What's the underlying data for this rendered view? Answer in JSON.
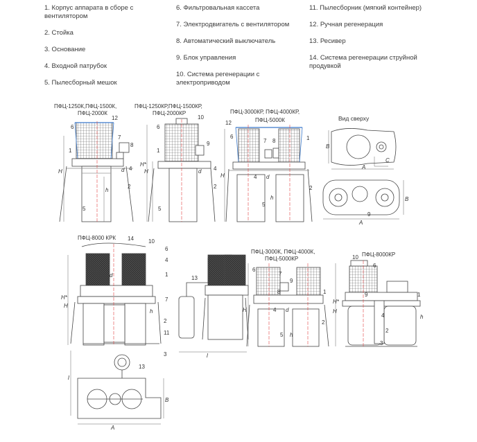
{
  "legend": {
    "col1": [
      "1. Корпус аппарата в сборе с вентилятором",
      "2. Стойка",
      "3. Основание",
      "4. Входной патрубок",
      "5. Пылесборный мешок"
    ],
    "col2": [
      "6. Фильтровальная кассета",
      "7. Электродвигатель с вентилятором",
      "8. Автоматический выключатель",
      "9. Блок управления",
      "10. Система регенерации с электроприводом"
    ],
    "col3": [
      "11. Пылесборник (мягкий контейнер)",
      "12. Ручная регенерация",
      "13. Ресивер",
      "14. Система регенерации струйной продувкой"
    ]
  },
  "drawings": {
    "d1": {
      "title_lines": [
        "ПФЦ-1250К,ПФЦ-1500К,",
        "ПФЦ-2000К"
      ],
      "labels": [
        "6",
        "12",
        "7",
        "8",
        "1",
        "4",
        "d",
        "2",
        "h",
        "5",
        "H"
      ]
    },
    "d2": {
      "title_lines": [
        "ПФЦ-1250КР,ПФЦ-1500КР,",
        "ПФЦ-2000КР"
      ],
      "labels": [
        "6",
        "10",
        "9",
        "1",
        "4",
        "d",
        "2",
        "5",
        "H*",
        "H"
      ]
    },
    "d3": {
      "title_lines": [
        "ПФЦ-3000КР, ПФЦ-4000КР,",
        "ПФЦ-5000К"
      ],
      "labels": [
        "12",
        "6",
        "7",
        "8",
        "1",
        "4",
        "d",
        "2",
        "h",
        "5",
        "H"
      ]
    },
    "d4": {
      "title_lines": [
        "Вид сверху"
      ],
      "labels": [
        "В",
        "А",
        "С",
        "В",
        "А",
        "9"
      ]
    },
    "d5": {
      "title_lines": [
        "ПФЦ-8000 КРК"
      ],
      "labels": [
        "14",
        "10",
        "6",
        "4",
        "1",
        "7",
        "2",
        "11",
        "3",
        "d",
        "h",
        "H*",
        "H"
      ]
    },
    "d6": {
      "title_lines": [],
      "labels": [
        "13",
        "l"
      ]
    },
    "d7": {
      "title_lines": [
        "ПФЦ-3000К, ПФЦ-4000К,",
        "ПФЦ-5000КР"
      ],
      "labels": [
        "6",
        "7",
        "8",
        "9",
        "1",
        "4",
        "d",
        "2",
        "h",
        "5",
        "H"
      ]
    },
    "d8": {
      "title_lines": [
        "ПФЦ-8000КР"
      ],
      "labels": [
        "10",
        "6",
        "9",
        "1",
        "4",
        "2",
        "3",
        "H*",
        "H",
        "h"
      ]
    },
    "d9": {
      "title_lines": [],
      "labels": [
        "13",
        "В",
        "А",
        "l"
      ]
    }
  }
}
